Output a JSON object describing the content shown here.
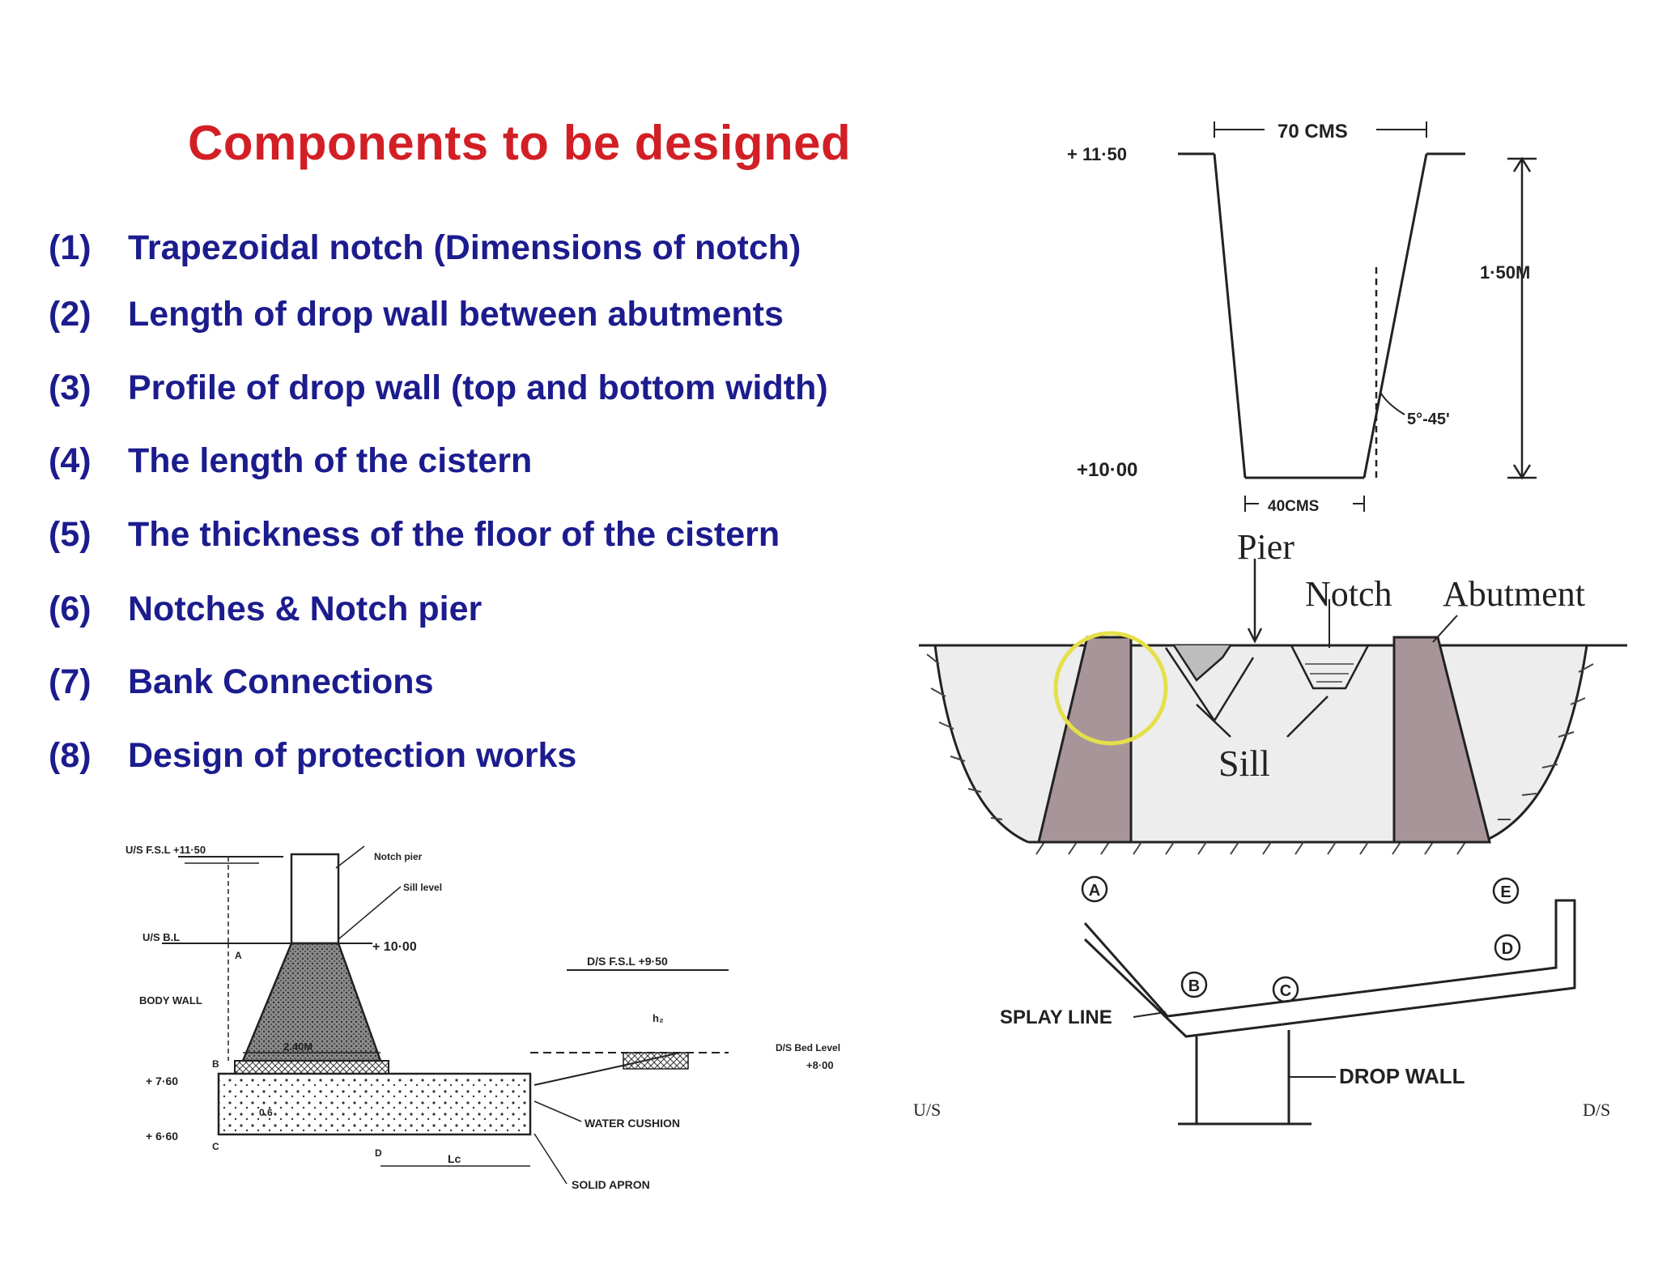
{
  "title": "Components to be designed",
  "items": [
    {
      "num": "(1)",
      "text": "Trapezoidal notch (Dimensions of notch)"
    },
    {
      "num": "(2)",
      "text": "Length of drop wall between abutments"
    },
    {
      "num": "(3)",
      "text": "Profile of drop wall (top and bottom width)"
    },
    {
      "num": "(4)",
      "text": "The length of the cistern"
    },
    {
      "num": "(5)",
      "text": "The thickness of the floor of the cistern"
    },
    {
      "num": "(6)",
      "text": "Notches & Notch pier"
    },
    {
      "num": "(7)",
      "text": "Bank Connections"
    },
    {
      "num": "(8)",
      "text": "Design of protection works"
    }
  ],
  "notch_diagram": {
    "top_width": "70 CMS",
    "top_level": "+ 11·50",
    "height": "1·50M",
    "bottom_level": "+10·00",
    "bottom_width": "40CMS",
    "side_angle": "5°-45'"
  },
  "pier_diagram": {
    "pier": "Pier",
    "notch": "Notch",
    "abutment": "Abutment",
    "sill": "Sill"
  },
  "plan_diagram": {
    "points": [
      "A",
      "B",
      "C",
      "D",
      "E"
    ],
    "splay_line": "SPLAY LINE",
    "drop_wall": "DROP WALL",
    "us": "U/S",
    "ds": "D/S"
  },
  "section_diagram": {
    "us_fsl": "U/S F.S.L  +11·50",
    "notch_pier": "Notch pier",
    "sill_level": "Sill level",
    "us_bl": "U/S B.L",
    "crest_level": "+ 10·00",
    "body_wall": "BODY WALL",
    "base_width": "2.40M",
    "level_1": "+ 7·60",
    "level_2": "+ 6·60",
    "ds_fsl": "D/S F.S.L  +9·50",
    "ds_bed_level": "D/S Bed Level",
    "ds_bed_value": "+8·00",
    "water_cushion": "WATER CUSHION",
    "solid_apron": "SOLID APRON",
    "lc": "Lc",
    "h_label": "h₂",
    "a": "A",
    "b": "B",
    "c": "C",
    "d": "D",
    "depth": "0.6"
  }
}
